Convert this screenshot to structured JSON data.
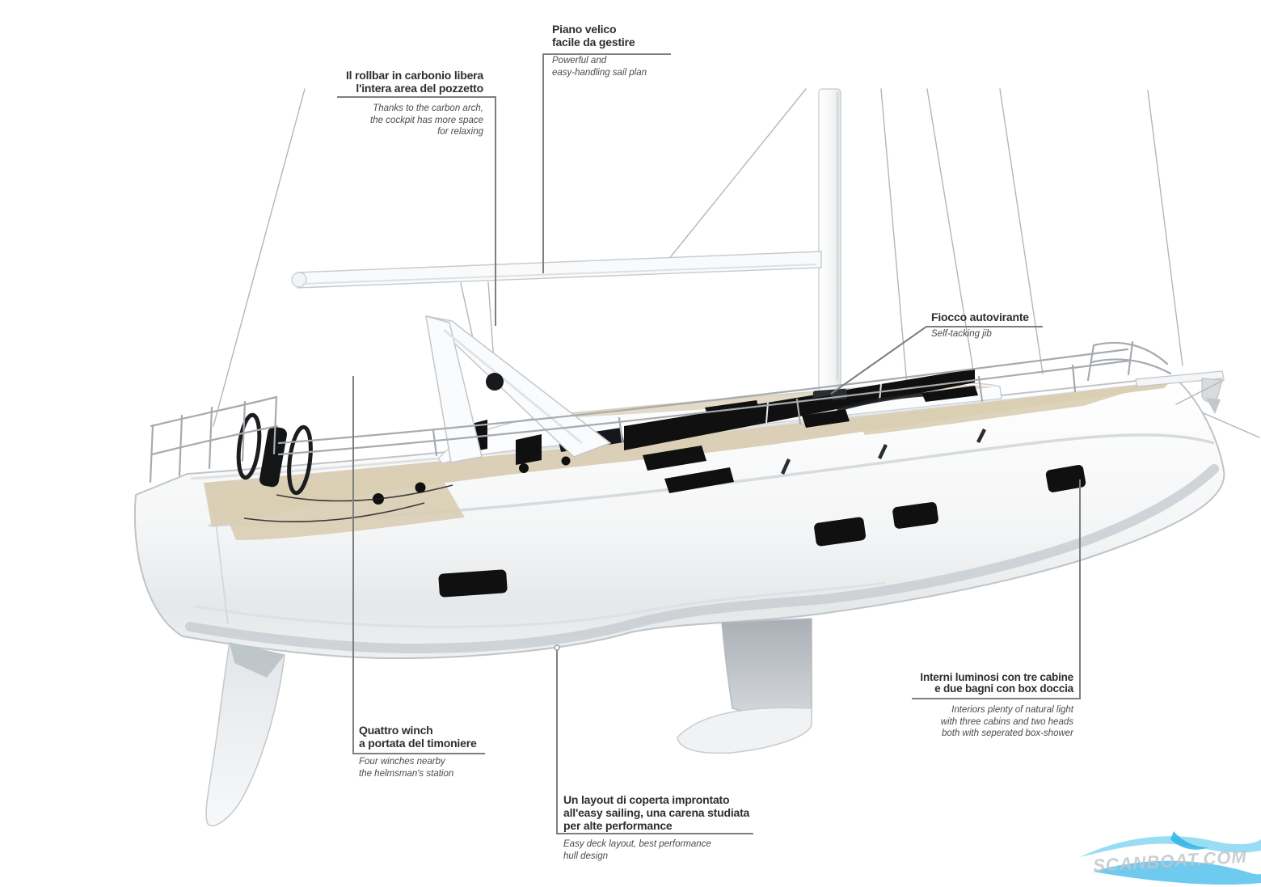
{
  "illustration": {
    "subject": "annotated side-profile rendering of a sailing yacht (hull, rig, keel, rudder) with feature callouts"
  },
  "colors": {
    "background": "#ffffff",
    "label_title": "#2e2e2e",
    "label_subtitle": "#4a4a4a",
    "leader_line": "#7e7e7e",
    "teak_deck": "#d9cdb3",
    "window_black": "#101010",
    "rigging_gray": "#b2b7bb",
    "wave_light_blue": "#7fd4f2",
    "wave_mid_blue": "#4bbdeb",
    "watermark_text_gray": "#c2c6c9"
  },
  "callouts": {
    "sail_plan": {
      "title_lines": [
        "Piano velico",
        "facile da gestire"
      ],
      "subtitle_lines": [
        "Powerful and",
        "easy-handling sail plan"
      ]
    },
    "rollbar": {
      "title_lines": [
        "Il rollbar in carbonio libera",
        "l'intera area del pozzetto"
      ],
      "subtitle_lines": [
        "Thanks to the carbon arch,",
        "the cockpit has more space",
        "for relaxing"
      ]
    },
    "jib": {
      "title_lines": [
        "Fiocco autovirante"
      ],
      "subtitle_lines": [
        "Self-tacking jib"
      ]
    },
    "winches": {
      "title_lines": [
        "Quattro winch",
        "a portata del timoniere"
      ],
      "subtitle_lines": [
        "Four winches nearby",
        "the helmsman's station"
      ]
    },
    "deck_layout": {
      "title_lines": [
        "Un layout di coperta improntato",
        "all'easy sailing, una carena studiata",
        "per alte performance"
      ],
      "subtitle_lines": [
        "Easy deck layout, best performance",
        "hull design"
      ]
    },
    "interior": {
      "title_lines": [
        "Interni luminosi con tre cabine",
        "e due bagni con box doccia"
      ],
      "subtitle_lines": [
        "Interiors plenty of natural light",
        "with three cabins and two heads",
        "both with seperated box-shower"
      ]
    }
  },
  "watermark": {
    "text": "SCANBOAT.COM"
  }
}
